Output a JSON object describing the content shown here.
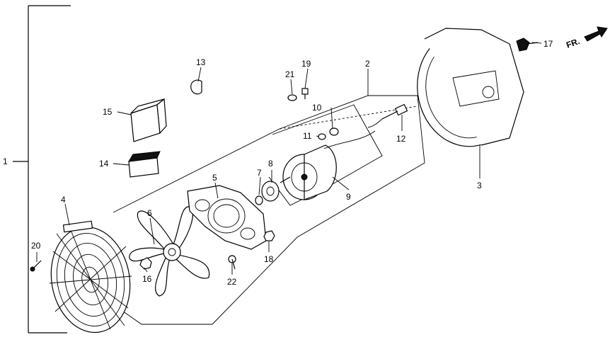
{
  "diagram": {
    "direction_label": "FR.",
    "callouts": [
      {
        "id": "c1",
        "text": "1"
      },
      {
        "id": "c2",
        "text": "2"
      },
      {
        "id": "c3",
        "text": "3"
      },
      {
        "id": "c4",
        "text": "4"
      },
      {
        "id": "c5",
        "text": "5"
      },
      {
        "id": "c6",
        "text": "6"
      },
      {
        "id": "c7",
        "text": "7"
      },
      {
        "id": "c8",
        "text": "8"
      },
      {
        "id": "c9",
        "text": "9"
      },
      {
        "id": "c10",
        "text": "10"
      },
      {
        "id": "c11",
        "text": "11"
      },
      {
        "id": "c12",
        "text": "12"
      },
      {
        "id": "c13",
        "text": "13"
      },
      {
        "id": "c14",
        "text": "14"
      },
      {
        "id": "c15",
        "text": "15"
      },
      {
        "id": "c16",
        "text": "16"
      },
      {
        "id": "c17",
        "text": "17"
      },
      {
        "id": "c18",
        "text": "18"
      },
      {
        "id": "c19",
        "text": "19"
      },
      {
        "id": "c20",
        "text": "20"
      },
      {
        "id": "c21",
        "text": "21"
      },
      {
        "id": "c22",
        "text": "22"
      }
    ]
  }
}
